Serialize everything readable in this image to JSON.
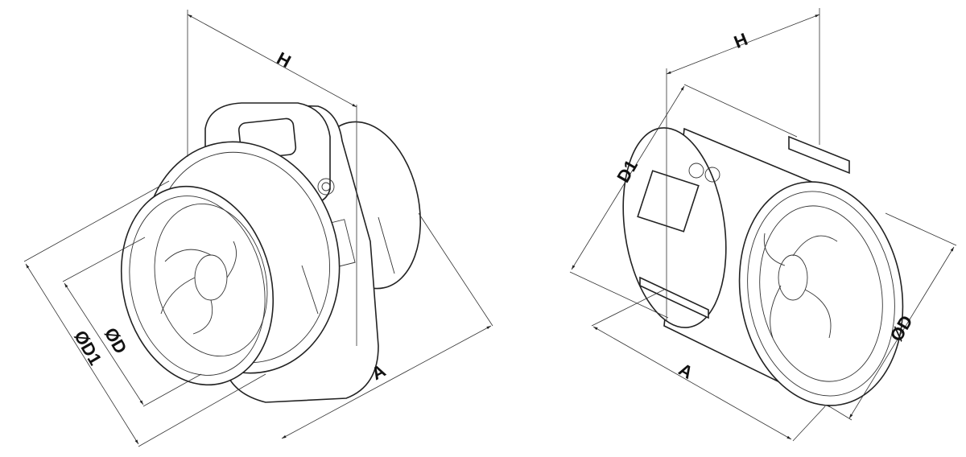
{
  "left_fan": {
    "labels": {
      "height": "H",
      "outer_diameter": "ØD1",
      "inner_diameter": "ØD",
      "length": "A"
    }
  },
  "right_fan": {
    "labels": {
      "height": "H",
      "outer_diameter": "D1",
      "length": "A",
      "inner_diameter": "ØD"
    }
  }
}
